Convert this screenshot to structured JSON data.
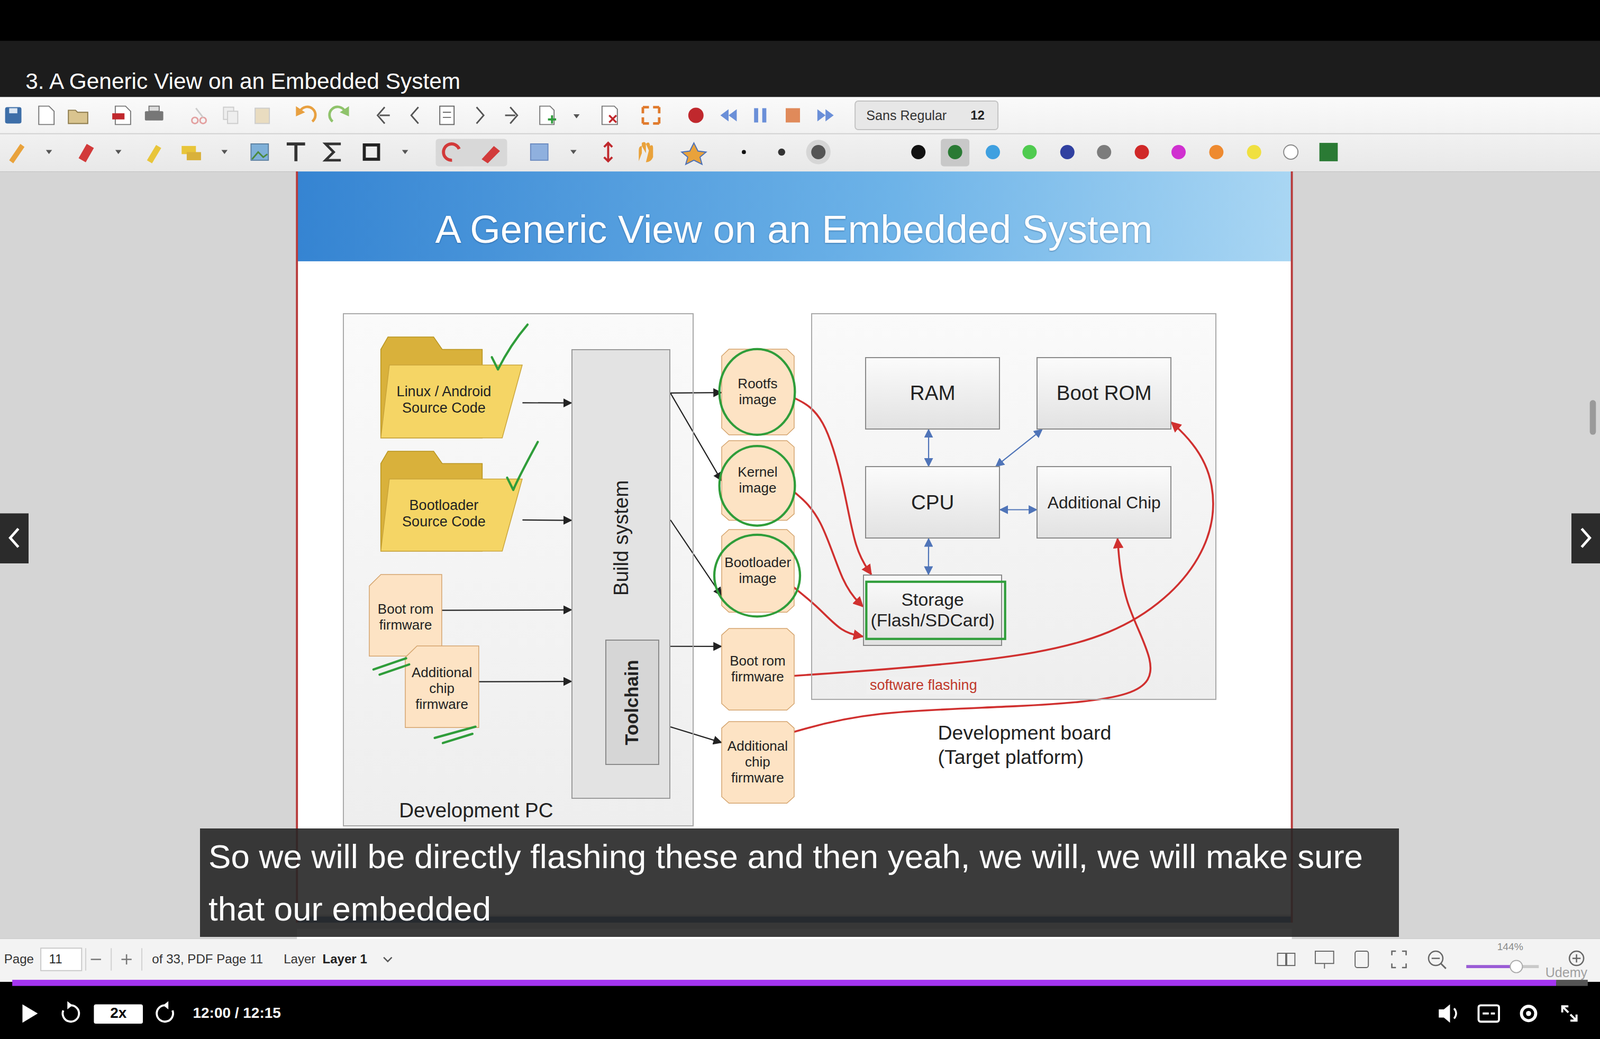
{
  "diagram": {
    "title": "A Generic View on an Embedded System",
    "nodes": [
      {
        "text": [
          "Development PC"
        ]
      },
      {
        "text": [
          "Linux / Android Source Code"
        ],
        "in": 0
      },
      {
        "text": [
          "Bootloader Source Code"
        ],
        "in": 0
      },
      {
        "text": [
          "Boot rom firmware"
        ],
        "in": 0
      },
      {
        "text": [
          "Additional chip firmware"
        ],
        "in": 0
      },
      {
        "text": [
          "Build system"
        ],
        "in": 0
      },
      {
        "text": [
          "Toolchain"
        ],
        "in": 5
      },
      {
        "text": [
          "Rootfs image"
        ]
      },
      {
        "text": [
          "Kernel image"
        ]
      },
      {
        "text": [
          "Bootloader image"
        ]
      },
      {
        "text": [
          "Boot rom firmware"
        ]
      },
      {
        "text": [
          "Additional chip firmware"
        ]
      },
      {
        "text": [
          "Development board (Target platform)"
        ]
      },
      {
        "text": [
          "RAM"
        ],
        "in": 12
      },
      {
        "text": [
          "Boot ROM"
        ],
        "in": 12
      },
      {
        "text": [
          "CPU"
        ],
        "in": 12
      },
      {
        "text": [
          "Additional Chip"
        ],
        "in": 12
      },
      {
        "text": [
          "Storage (Flash/SDCard)"
        ],
        "in": 12
      }
    ],
    "edges": [
      {
        "from": 1,
        "to": 5,
        "arrow": "to"
      },
      {
        "from": 2,
        "to": 5,
        "arrow": "to"
      },
      {
        "from": 3,
        "to": 5,
        "arrow": "to"
      },
      {
        "from": 4,
        "to": 5,
        "arrow": "to"
      },
      {
        "from": 5,
        "to": 7,
        "arrow": "to"
      },
      {
        "from": 5,
        "to": 8,
        "arrow": "to"
      },
      {
        "from": 5,
        "to": 9,
        "arrow": "to"
      },
      {
        "from": 5,
        "to": 10,
        "arrow": "to"
      },
      {
        "from": 5,
        "to": 11,
        "arrow": "to"
      },
      {
        "from": 13,
        "to": 15,
        "arrow": "both"
      },
      {
        "from": 15,
        "to": 14,
        "arrow": "both"
      },
      {
        "from": 15,
        "to": 16,
        "arrow": "both"
      },
      {
        "from": 15,
        "to": 17,
        "arrow": "both"
      },
      {
        "from": 7,
        "to": 17,
        "arrow": "to"
      },
      {
        "from": 8,
        "to": 17,
        "arrow": "to"
      },
      {
        "from": 9,
        "to": 17,
        "arrow": "to"
      },
      {
        "from": 10,
        "to": 14,
        "arrow": "to",
        "label": "software flashing"
      },
      {
        "from": 11,
        "to": 16,
        "arrow": "to"
      }
    ],
    "labels": [
      "3. A Generic View on an Embedded System",
      "Sans Regular",
      "12",
      "Page",
      "11",
      "of 33, PDF Page 11",
      "Layer",
      "Layer 1",
      "144%",
      "Udemy",
      "2x",
      "12:00 / 12:15",
      "So we will be directly flashing these and then yeah, we will, we will make sure that our embedded"
    ]
  }
}
